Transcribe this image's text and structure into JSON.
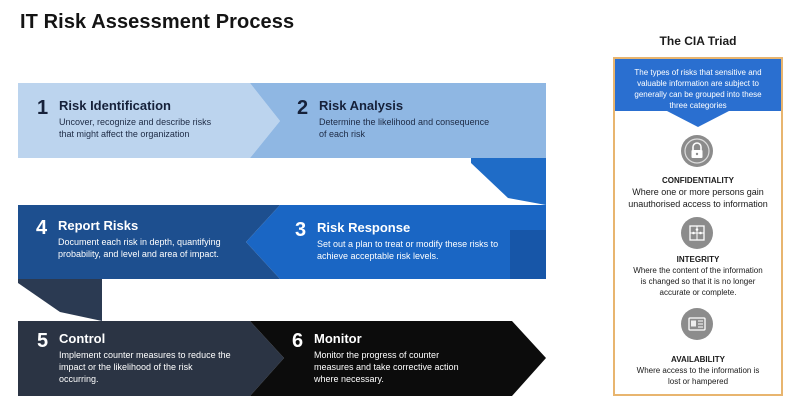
{
  "title": "IT Risk Assessment Process",
  "steps": [
    {
      "number": "1",
      "heading": "Risk Identification",
      "description": [
        "Uncover, recognize and describe risks",
        "that might affect the organization"
      ]
    },
    {
      "number": "2",
      "heading": "Risk Analysis",
      "description": [
        "Determine the likelihood and consequence",
        "of each risk"
      ]
    },
    {
      "number": "3",
      "heading": "Risk Response",
      "description": [
        "Set out a plan to treat or modify these risks to",
        "achieve acceptable risk levels."
      ]
    },
    {
      "number": "4",
      "heading": "Report Risks",
      "description": [
        "Document each risk in depth, quantifying",
        "probability, and level and area of impact."
      ]
    },
    {
      "number": "5",
      "heading": "Control",
      "description": [
        "Implement counter measures to reduce the",
        "impact or the likelihood of the risk",
        "occurring."
      ]
    },
    {
      "number": "6",
      "heading": "Monitor",
      "description": [
        "Monitor the progress of counter",
        "measures and take corrective action",
        "where necessary."
      ]
    }
  ],
  "triad": {
    "title": "The CIA Triad",
    "intro": [
      "The types of risks that sensitive and",
      "valuable information are subject to",
      "generally can be grouped into these",
      "three categories"
    ],
    "pillars": [
      {
        "name": "CONFIDENTIALITY",
        "icon": "lock-icon",
        "description": [
          "Where one or more persons gain",
          "unauthorised access to information"
        ]
      },
      {
        "name": "INTEGRITY",
        "icon": "puzzle-icon",
        "description": [
          "Where the content of the information",
          "is changed so that it is no longer",
          "accurate or complete."
        ]
      },
      {
        "name": "AVAILABILITY",
        "icon": "document-icon",
        "description": [
          "Where access to the information is",
          "lost or hampered"
        ]
      }
    ]
  },
  "colors": {
    "step1": "#bcd4ee",
    "step2": "#8fb7e3",
    "right_turn": "#1f6cc7",
    "step3": "#1a66c4",
    "step4": "#1d4f8f",
    "left_turn": "#2b3a52",
    "step5": "#2b3444",
    "step6": "#0c0c0c",
    "triad_header": "#2a6fd0",
    "triad_border": "#e8b56f"
  }
}
